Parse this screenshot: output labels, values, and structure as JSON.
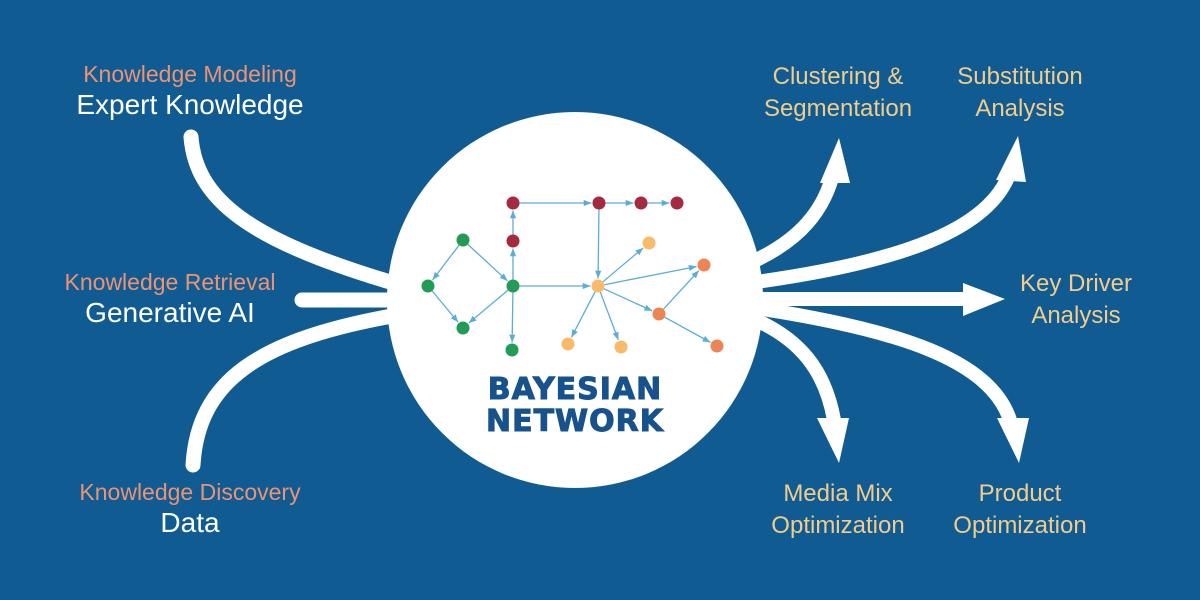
{
  "colors": {
    "background": "#115b93",
    "arrow": "#ffffff",
    "circle": "#ffffff",
    "category_text": "#ec9373",
    "source_text": "#ffffff",
    "output_text": "#f1cc8b",
    "title_text": "#17528c",
    "edge": "#5aaed6",
    "node_red": "#a52a3e",
    "node_green": "#249b55",
    "node_yellow": "#f7bb6a",
    "node_orange": "#ec8454"
  },
  "center": {
    "title_line1": "BAYESIAN",
    "title_line2": "NETWORK"
  },
  "inputs": [
    {
      "category": "Knowledge Modeling",
      "source": "Expert Knowledge"
    },
    {
      "category": "Knowledge Retrieval",
      "source": "Generative AI"
    },
    {
      "category": "Knowledge Discovery",
      "source": "Data"
    }
  ],
  "outputs": [
    {
      "line1": "Clustering &",
      "line2": "Segmentation"
    },
    {
      "line1": "Substitution",
      "line2": "Analysis"
    },
    {
      "line1": "Key Driver",
      "line2": "Analysis"
    },
    {
      "line1": "Media Mix",
      "line2": "Optimization"
    },
    {
      "line1": "Product",
      "line2": "Optimization"
    }
  ],
  "network": {
    "nodes": [
      {
        "id": "r1",
        "group": "red"
      },
      {
        "id": "r2",
        "group": "red"
      },
      {
        "id": "r3",
        "group": "red"
      },
      {
        "id": "r4",
        "group": "red"
      },
      {
        "id": "r5",
        "group": "red"
      },
      {
        "id": "g1",
        "group": "green"
      },
      {
        "id": "g2",
        "group": "green"
      },
      {
        "id": "g3",
        "group": "green"
      },
      {
        "id": "g4",
        "group": "green"
      },
      {
        "id": "g5",
        "group": "green"
      },
      {
        "id": "y1",
        "group": "yellow"
      },
      {
        "id": "y2",
        "group": "yellow"
      },
      {
        "id": "y3",
        "group": "yellow"
      },
      {
        "id": "y4",
        "group": "yellow"
      },
      {
        "id": "o1",
        "group": "orange"
      },
      {
        "id": "o2",
        "group": "orange"
      },
      {
        "id": "o3",
        "group": "orange"
      }
    ],
    "edges": [
      [
        "r1",
        "r2"
      ],
      [
        "r2",
        "r3"
      ],
      [
        "r3",
        "r4"
      ],
      [
        "r5",
        "r1"
      ],
      [
        "g3",
        "r5"
      ],
      [
        "g1",
        "g2"
      ],
      [
        "g1",
        "g3"
      ],
      [
        "g2",
        "g4"
      ],
      [
        "g3",
        "g4"
      ],
      [
        "g3",
        "g5"
      ],
      [
        "g3",
        "y1"
      ],
      [
        "r2",
        "y1"
      ],
      [
        "y1",
        "y2"
      ],
      [
        "y1",
        "y3"
      ],
      [
        "y1",
        "y4"
      ],
      [
        "y1",
        "o1"
      ],
      [
        "y1",
        "o2"
      ],
      [
        "o2",
        "o1"
      ],
      [
        "o2",
        "o3"
      ]
    ]
  }
}
